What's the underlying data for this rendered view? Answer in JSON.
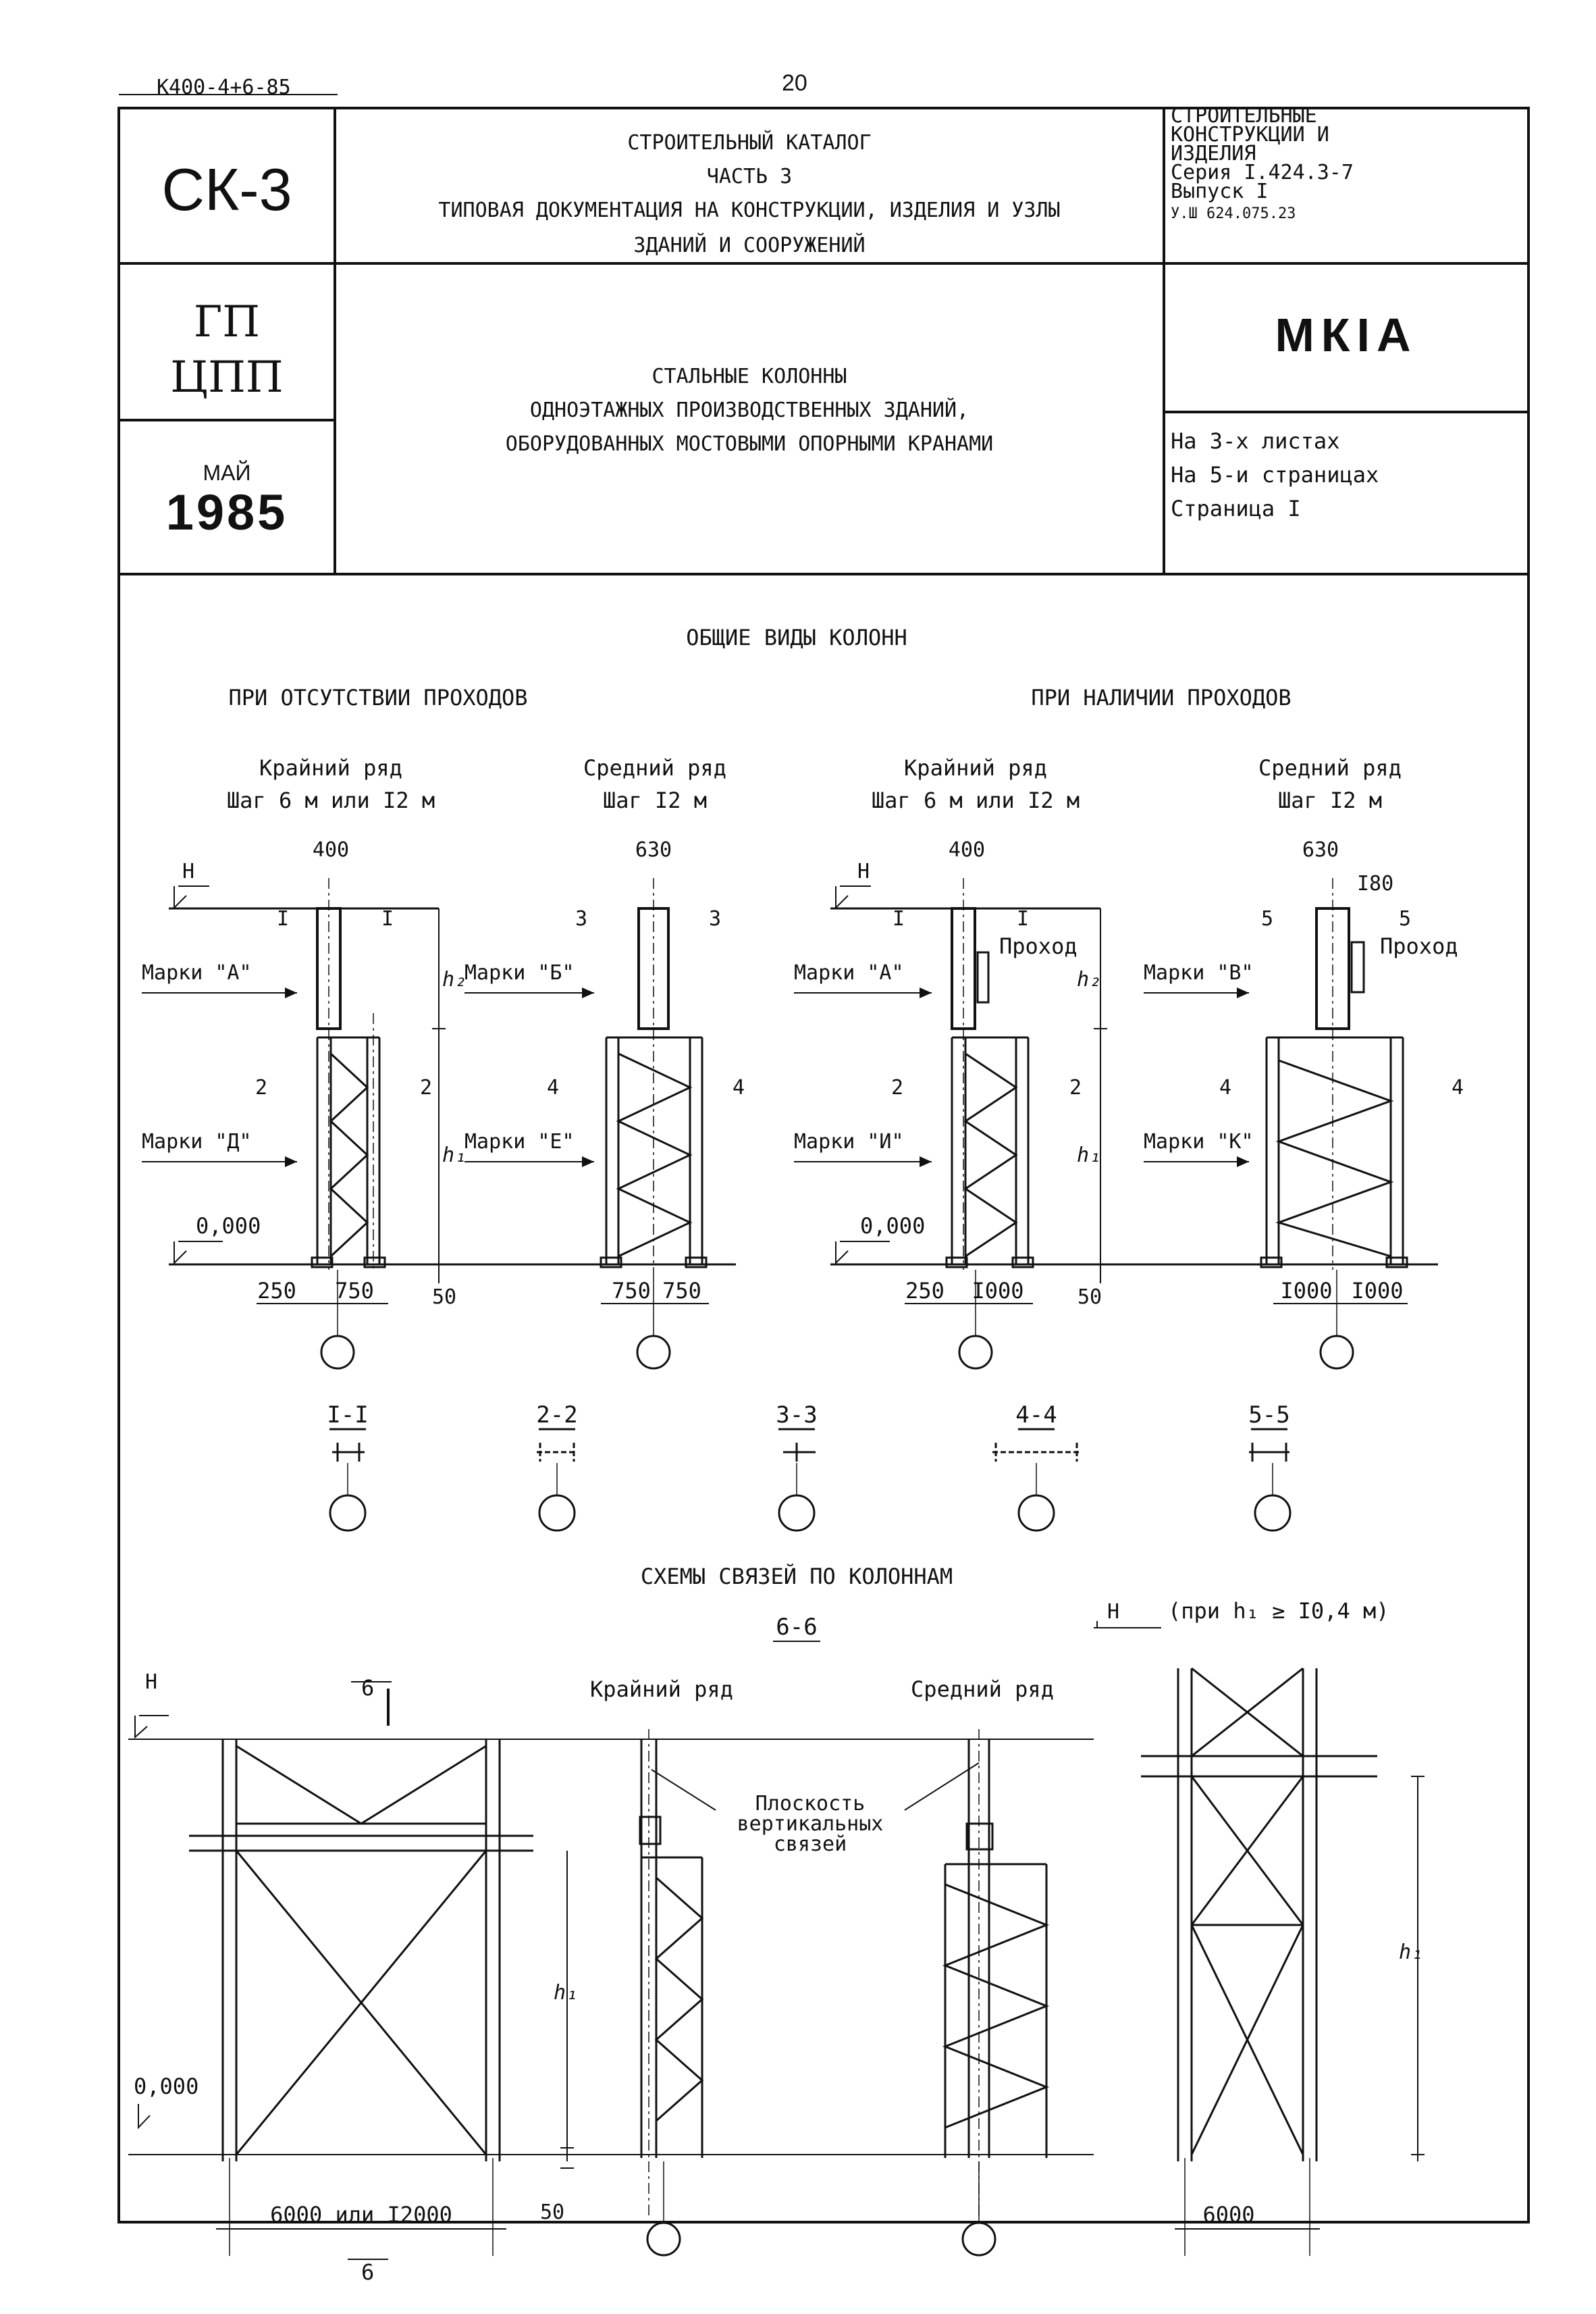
{
  "doc_code": "К400-4+6-85",
  "page_number": "20",
  "title_block": {
    "series_code": "СК-3",
    "catalog_lines": [
      "СТРОИТЕЛЬНЫЙ КАТАЛОГ",
      "ЧАСТЬ 3",
      "ТИПОВАЯ ДОКУМЕНТАЦИЯ НА КОНСТРУКЦИИ, ИЗДЕЛИЯ И УЗЛЫ",
      "ЗДАНИЙ И СООРУЖЕНИЙ"
    ],
    "right_lines": [
      "СТРОИТЕЛЬНЫЕ",
      "КОНСТРУКЦИИ И",
      "ИЗДЕЛИЯ",
      "Серия I.424.3-7",
      "Выпуск I",
      "У.Ш 624.075.23"
    ],
    "org_line1": "ГП",
    "org_line2": "ЦПП",
    "month": "МАЙ",
    "year": "1985",
    "doc_title_lines": [
      "СТАЛЬНЫЕ КОЛОННЫ",
      "ОДНОЭТАЖНЫХ ПРОИЗВОДСТВЕННЫХ ЗДАНИЙ,",
      "ОБОРУДОВАННЫХ МОСТОВЫМИ ОПОРНЫМИ КРАНАМИ"
    ],
    "mark": "МКIА",
    "sheet_info": [
      "На 3-х листах",
      "На 5-и страницах",
      "Страница I"
    ]
  },
  "drawing": {
    "section_title": "ОБЩИЕ ВИДЫ КОЛОНН",
    "group_left": "ПРИ ОТСУТСТВИИ ПРОХОДОВ",
    "group_right": "ПРИ НАЛИЧИИ ПРОХОДОВ",
    "columns": [
      {
        "row": "Крайний ряд",
        "step": "Шаг 6 м или I2 м",
        "top_width": "400",
        "upper_mark": "Марки \"А\"",
        "lower_mark": "Марки \"Д\"",
        "sec_up": "I",
        "sec_low": "2",
        "dim_a": "250",
        "dim_b": "750"
      },
      {
        "row": "Средний ряд",
        "step": "Шаг I2 м",
        "top_width": "630",
        "upper_mark": "Марки \"Б\"",
        "lower_mark": "Марки \"Е\"",
        "sec_up": "3",
        "sec_low": "4",
        "dim_a": "750",
        "dim_b": "750"
      },
      {
        "row": "Крайний ряд",
        "step": "Шаг 6 м или I2 м",
        "top_width": "400",
        "upper_mark": "Марки \"А\"",
        "lower_mark": "Марки \"И\"",
        "sec_up": "I",
        "sec_low": "2",
        "dim_a": "250",
        "dim_b": "I000",
        "passage": "Проход"
      },
      {
        "row": "Средний ряд",
        "step": "Шаг I2 м",
        "top_width": "630",
        "upper_mark": "Марки \"В\"",
        "lower_mark": "Марки \"К\"",
        "sec_up": "5",
        "sec_low": "4",
        "dim_a": "I000",
        "dim_b": "I000",
        "passage": "Проход",
        "offset": "I80"
      }
    ],
    "level_h": "Н",
    "level_zero": "0,000",
    "h2": "h₂",
    "h1": "h₁",
    "dim_50": "50",
    "sections": [
      "I-I",
      "2-2",
      "3-3",
      "4-4",
      "5-5"
    ],
    "bracing_title": "СХЕМЫ СВЯЗЕЙ ПО КОЛОННАМ",
    "section_66": "6-6",
    "section_6": "6",
    "condition": "(при h₁ ≥ I0,4 м)",
    "outer_row": "Крайний ряд",
    "middle_row": "Средний ряд",
    "plane_label": [
      "Плоскость",
      "вертикальных",
      "связей"
    ],
    "span_label": "6000 или I2000",
    "span_6000": "6000"
  }
}
